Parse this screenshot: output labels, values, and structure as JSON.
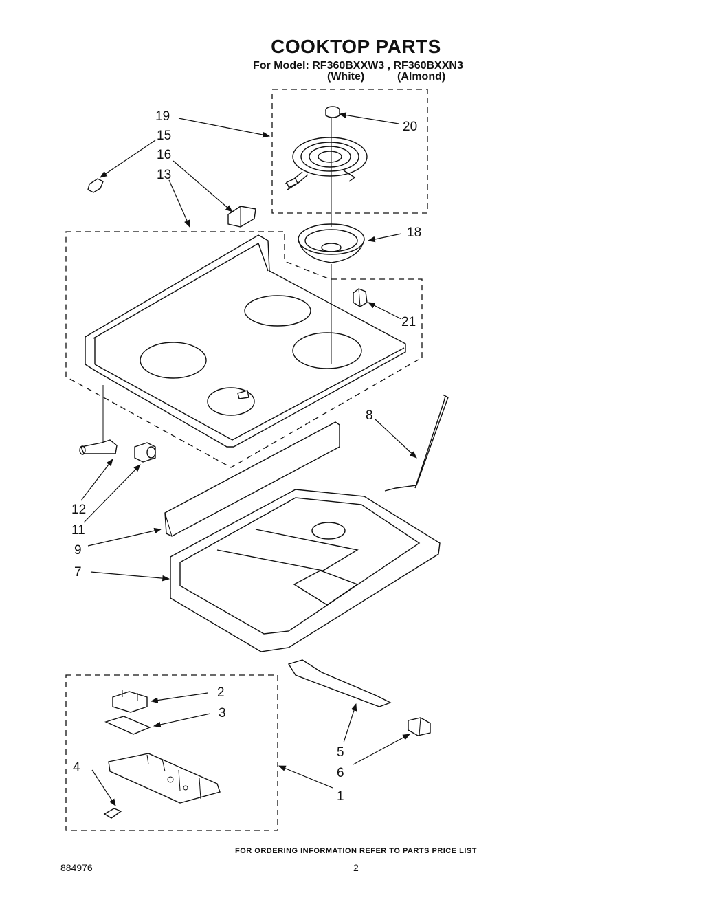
{
  "header": {
    "title": "COOKTOP PARTS",
    "model_line": "For Model: RF360BXXW3 , RF360BXXN3",
    "variant_white": "(White)",
    "variant_almond": "(Almond)"
  },
  "callouts": [
    "1",
    "2",
    "3",
    "4",
    "5",
    "6",
    "7",
    "8",
    "9",
    "11",
    "12",
    "13",
    "15",
    "16",
    "18",
    "19",
    "20",
    "21"
  ],
  "footer": {
    "ordering_note": "FOR ORDERING INFORMATION REFER TO PARTS PRICE LIST",
    "doc_number": "884976",
    "page_number": "2"
  }
}
